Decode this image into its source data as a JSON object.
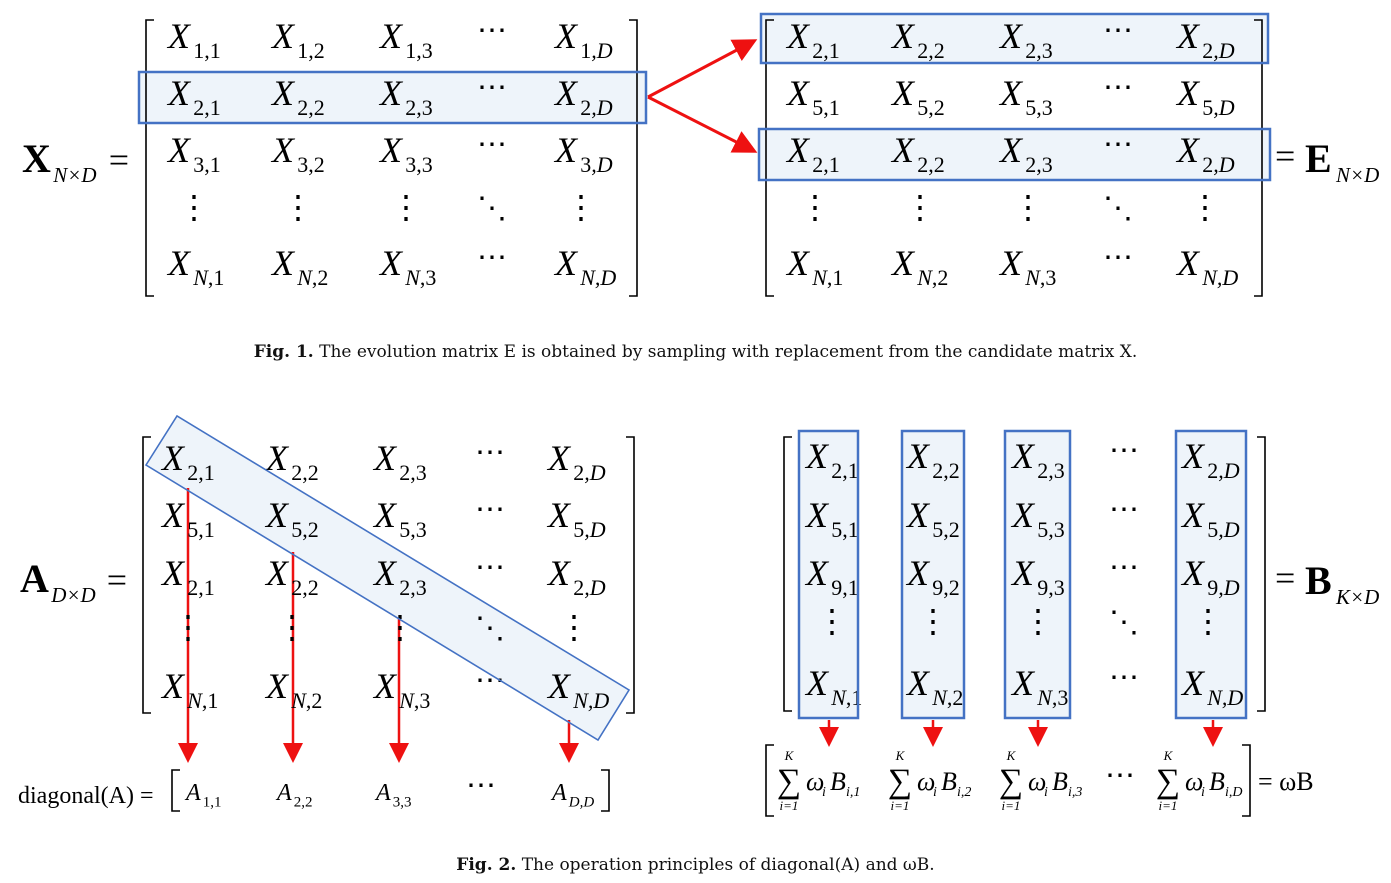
{
  "fig1": {
    "x_label": "X",
    "x_sub": "N×D",
    "e_label": "E",
    "e_sub": "N×D",
    "left_rows": [
      [
        "1,1",
        "1,2",
        "1,3",
        "1,D"
      ],
      [
        "2,1",
        "2,2",
        "2,3",
        "2,D"
      ],
      [
        "3,1",
        "3,2",
        "3,3",
        "3,D"
      ],
      [
        "N,1",
        "N,2",
        "N,3",
        "N,D"
      ]
    ],
    "right_rows": [
      [
        "2,1",
        "2,2",
        "2,3",
        "2,D"
      ],
      [
        "5,1",
        "5,2",
        "5,3",
        "5,D"
      ],
      [
        "2,1",
        "2,2",
        "2,3",
        "2,D"
      ],
      [
        "N,1",
        "N,2",
        "N,3",
        "N,D"
      ]
    ],
    "caption": {
      "number": "Fig. 1.",
      "text": "The evolution matrix E is obtained by sampling with replacement from the candidate matrix X."
    }
  },
  "fig2": {
    "a_label": "A",
    "a_sub": "D×D",
    "b_label": "B",
    "b_sub": "K×D",
    "a_rows": [
      [
        "2,1",
        "2,2",
        "2,3",
        "2,D"
      ],
      [
        "5,1",
        "5,2",
        "5,3",
        "5,D"
      ],
      [
        "2,1",
        "2,2",
        "2,3",
        "2,D"
      ],
      [
        "N,1",
        "N,2",
        "N,3",
        "N,D"
      ]
    ],
    "b_rows": [
      [
        "2,1",
        "2,2",
        "2,3",
        "2,D"
      ],
      [
        "5,1",
        "5,2",
        "5,3",
        "5,D"
      ],
      [
        "9,1",
        "9,2",
        "9,3",
        "9,D"
      ],
      [
        "N,1",
        "N,2",
        "N,3",
        "N,D"
      ]
    ],
    "diag_label": "diagonal(A) =",
    "diag_items": [
      "1,1",
      "2,2",
      "3,3",
      "D,D"
    ],
    "sum_upper": "K",
    "sum_lower": "i=1",
    "sum_subs": [
      "i,1",
      "i,2",
      "i,3",
      "i,D"
    ],
    "omega_b": "= ωB",
    "caption": {
      "number": "Fig. 2.",
      "text": "The operation principles of diagonal(A) and ωB."
    }
  },
  "colors": {
    "box_stroke": "#4472c4",
    "box_fill": "#eef4fa",
    "arrow": "#ee1111"
  }
}
